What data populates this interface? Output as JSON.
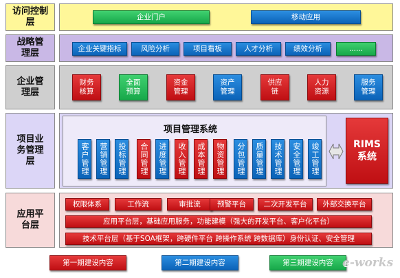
{
  "colors": {
    "yellow_label": "#fff799",
    "purple_label": "#c9b8e6",
    "gray_label": "#cfcfcf",
    "lavender_label": "#dcd6f7",
    "pink_label": "#f7dada",
    "green": "#1fb255",
    "blue": "#0f6cc4",
    "red": "#d0161a"
  },
  "layers": {
    "access": {
      "label": "访问控制层",
      "items": [
        "企业门户",
        "移动应用"
      ]
    },
    "strategy": {
      "label": "战略管理层",
      "items": [
        "企业关键指标",
        "风险分析",
        "项目看板",
        "人才分析",
        "绩效分析",
        "......"
      ]
    },
    "enterprise": {
      "label": "企业管理层",
      "items": [
        "财务核算",
        "全面预算",
        "资金管理",
        "资产管理",
        "供应链",
        "人力资源",
        "服务管理"
      ]
    },
    "project": {
      "label": "项目业务管理层",
      "system_title": "项目管理系统",
      "items": [
        "客户管理",
        "营销管理",
        "投标管理",
        "合同管理",
        "进度管理",
        "收入管理",
        "成本管理",
        "物资管理",
        "分包管理",
        "质量管理",
        "技术管理",
        "安全管理",
        "竣工管理"
      ],
      "rims_lines": [
        "RIMS",
        "系统"
      ]
    },
    "platform": {
      "label": "应用平台层",
      "row1": [
        "权限体系",
        "工作流",
        "审批流",
        "预警平台",
        "二次开发平台",
        "外部交换平台"
      ],
      "row2": "应用平台层，基础应用服务，功能建模（强大的开发平台、客户化平台）",
      "row3": "技术平台层（基于SOA框架，跨硬件平台 跨操作系统 跨数据库）身份认证、安全管理"
    }
  },
  "legend": [
    "第一期建设内容",
    "第二期建设内容",
    "第三期建设内容"
  ],
  "watermark": "e-works"
}
